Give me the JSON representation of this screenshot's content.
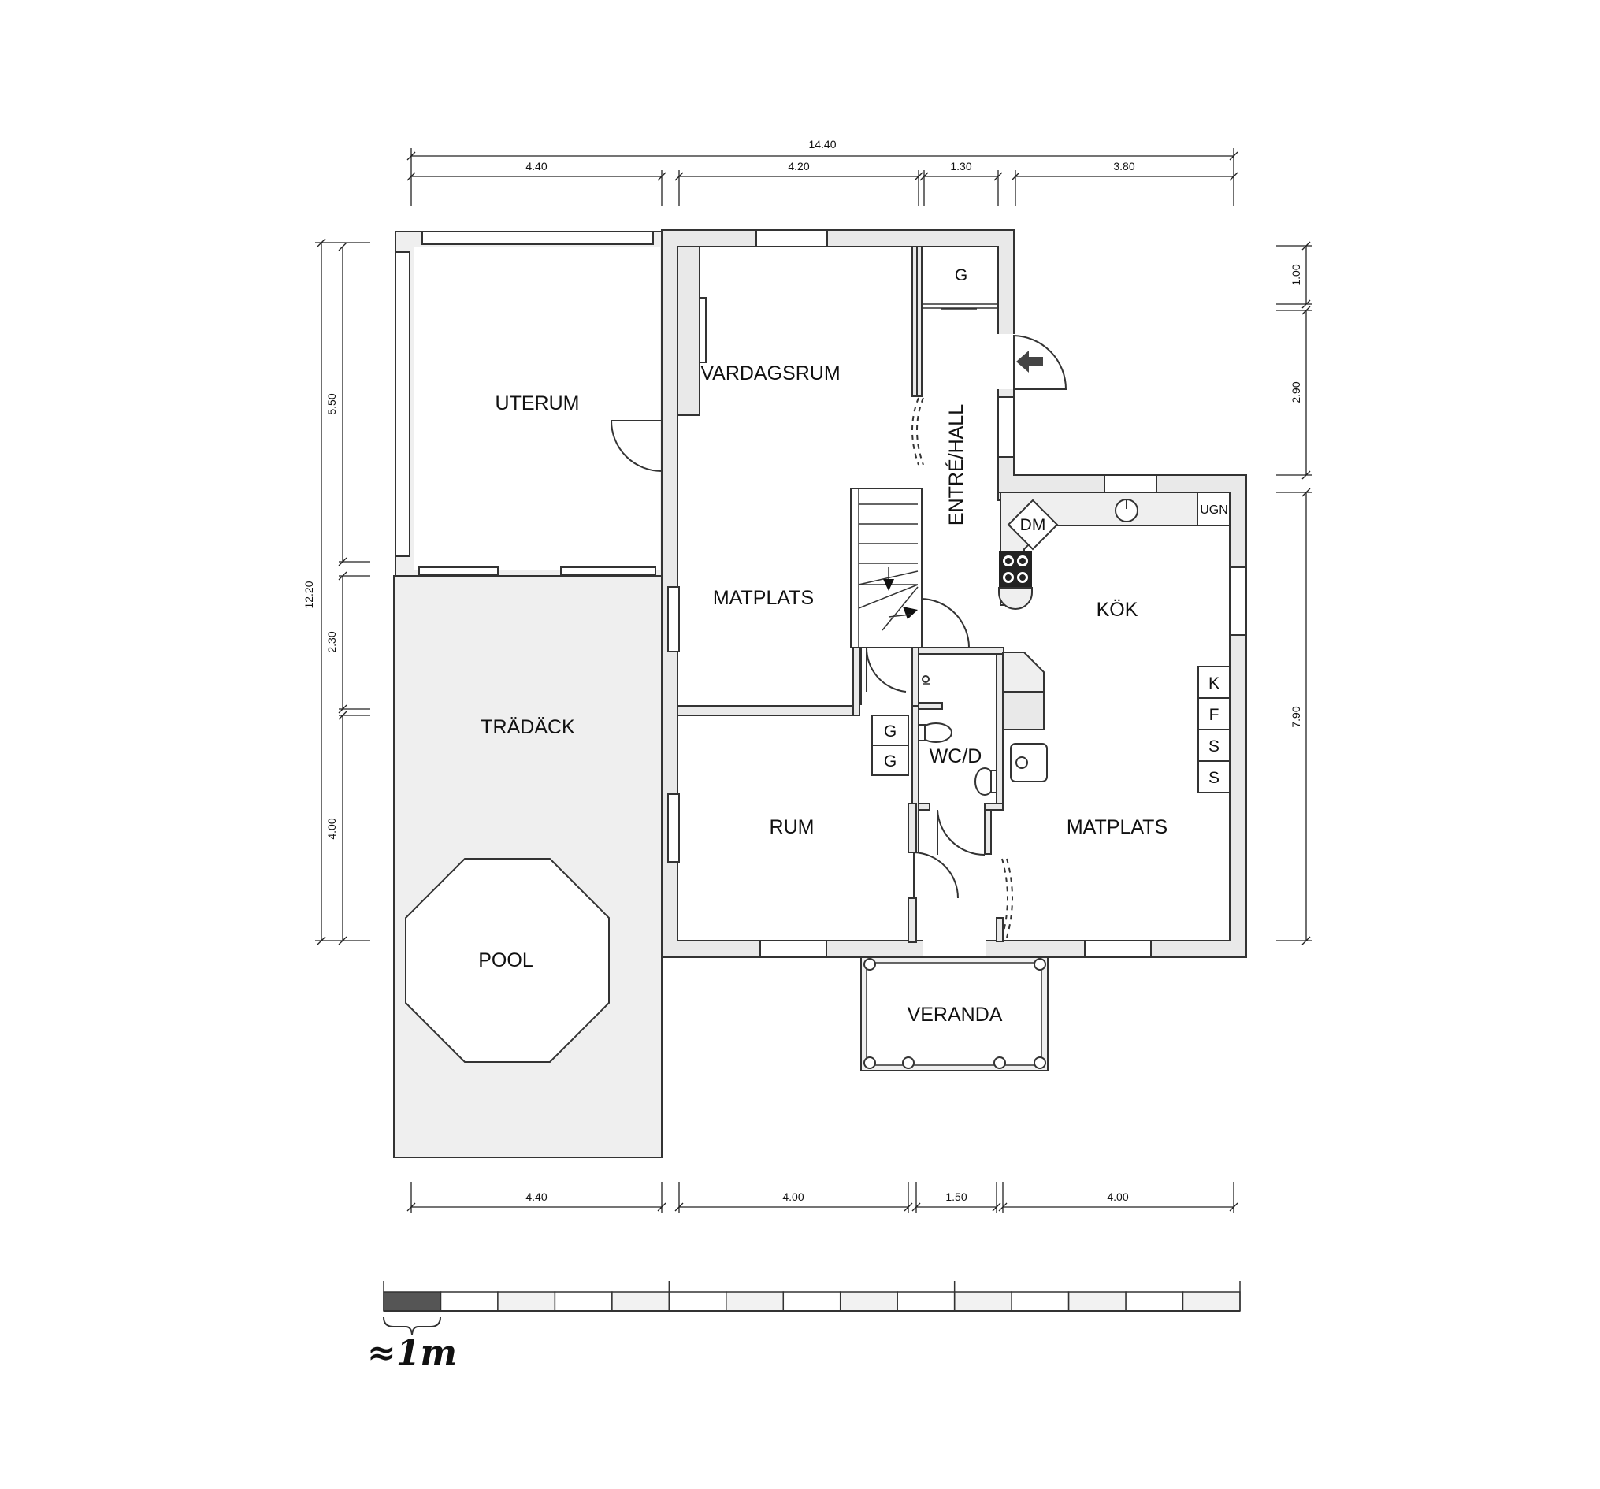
{
  "plan": {
    "rooms": {
      "uterum": "UTERUM",
      "vardagsrum": "VARDAGSRUM",
      "matplats_vardag": "MATPLATS",
      "tradack": "TRÄDÄCK",
      "pool": "POOL",
      "rum": "RUM",
      "entre_hall": "ENTRÉ/HALL",
      "kok": "KÖK",
      "matplats_kok": "MATPLATS",
      "wcd": "WC/D",
      "veranda": "VERANDA"
    },
    "fixtures": {
      "garderob_hall": "G",
      "garderob_1": "G",
      "garderob_2": "G",
      "diskmaskin": "DM",
      "ugn": "UGN",
      "kyl": "K",
      "frys": "F",
      "skap_1": "S",
      "skap_2": "S"
    },
    "dimensions": {
      "top_total": "14.40",
      "top_1": "4.40",
      "top_2": "4.20",
      "top_3": "1.30",
      "top_4": "3.80",
      "bottom_1": "4.40",
      "bottom_2": "4.00",
      "bottom_3": "1.50",
      "bottom_4": "4.00",
      "left_total": "12.20",
      "left_1": "5.50",
      "left_2": "2.30",
      "left_3": "4.00",
      "right_1": "1.00",
      "right_2": "2.90",
      "right_3": "7.90"
    },
    "scale": {
      "label": "≈1m",
      "segments": 15
    }
  }
}
